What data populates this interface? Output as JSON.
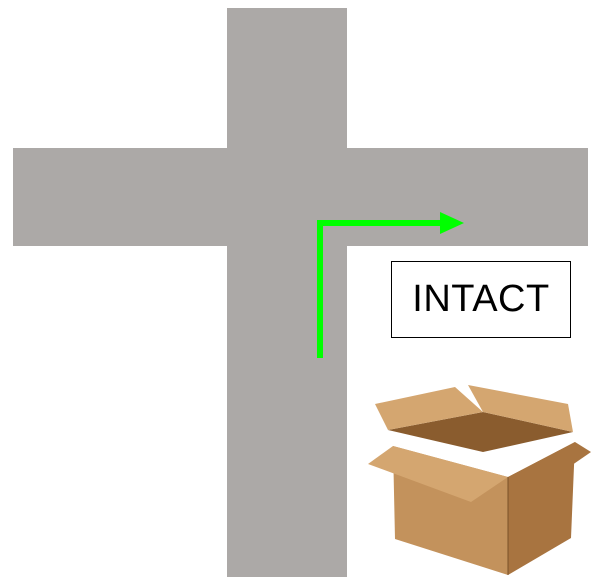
{
  "colors": {
    "corridor": "#aca9a7",
    "arrow": "#00ff00",
    "box_front": "#c3925c",
    "box_side": "#a87440",
    "box_flap_light": "#d4a670",
    "box_inner": "#8a5c2e",
    "label_border": "#000000"
  },
  "label": {
    "text": "INTACT"
  },
  "path": {
    "turn": "right",
    "icon": "turn-right-arrow"
  },
  "object": {
    "icon": "open-cardboard-box"
  }
}
